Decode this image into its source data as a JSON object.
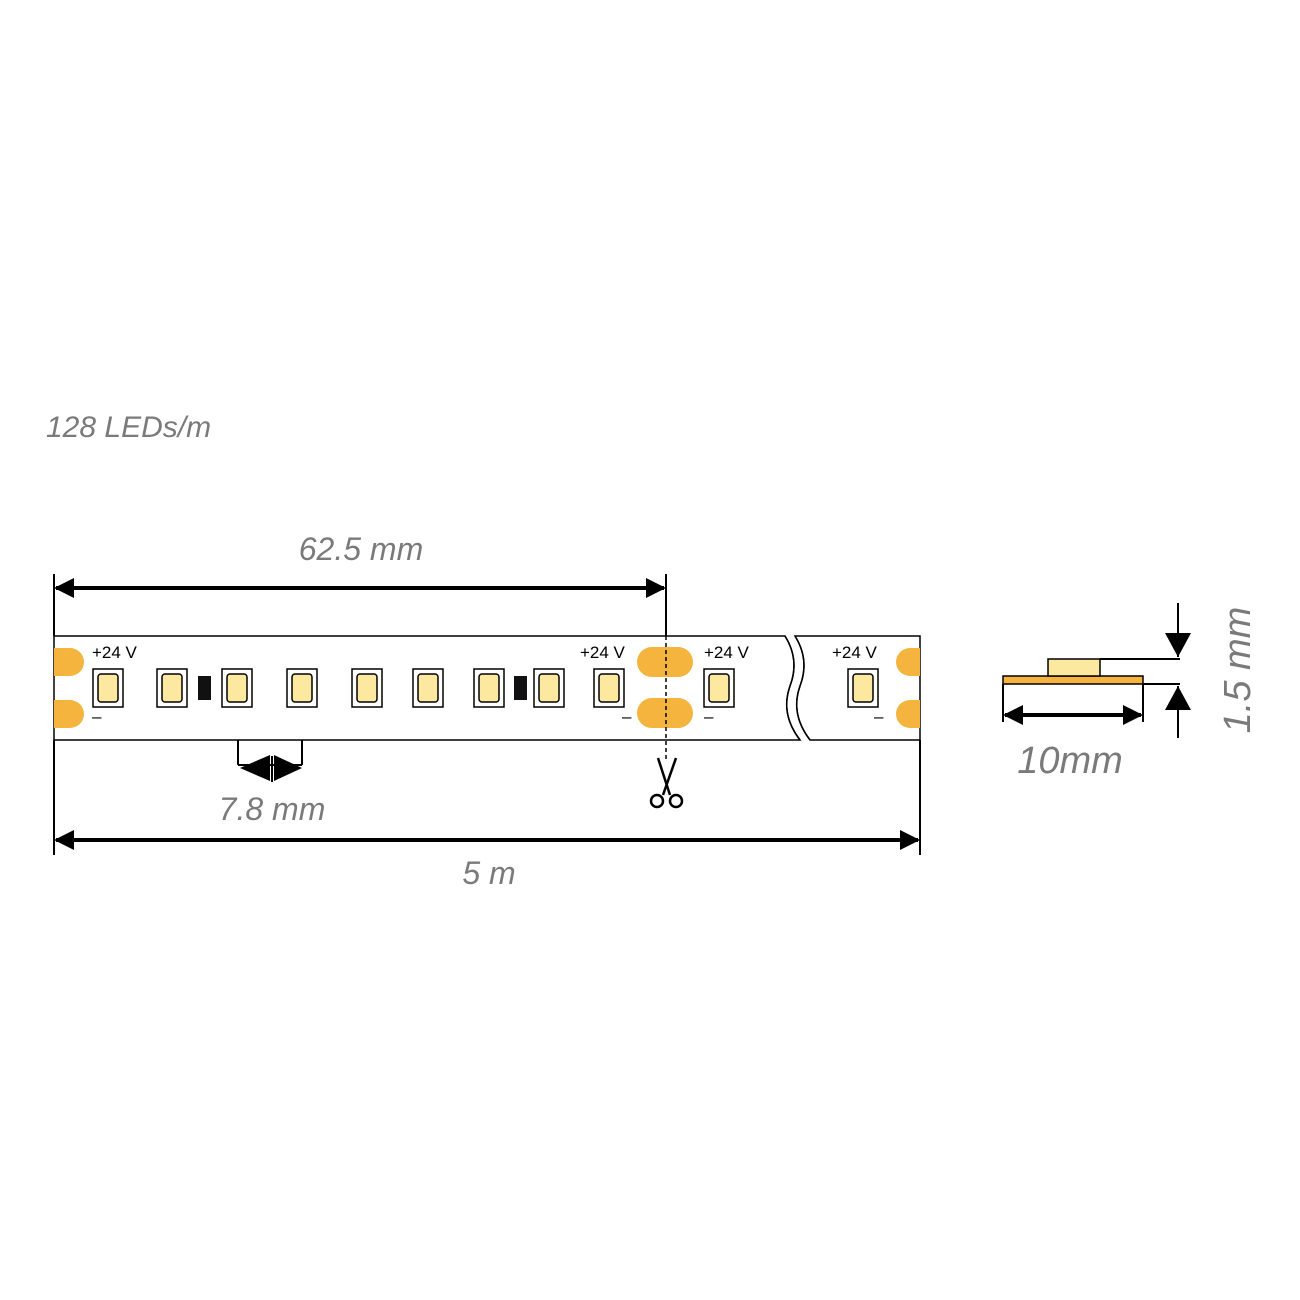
{
  "density_label": "128 LEDs/m",
  "segment_length_label": "62.5 mm",
  "led_pitch_label": "7.8 mm",
  "total_length_label": "5 m",
  "width_label": "10mm",
  "height_label": "1.5 mm",
  "pad_positive_label": "+24 V",
  "pad_negative_label": "–",
  "colors": {
    "pad": "#f4b43e",
    "led": "#fde8a0",
    "outline": "#000000",
    "label_gray": "#7a7a7a"
  },
  "icons": [
    "scissors-icon",
    "dimension-arrow-icon"
  ]
}
